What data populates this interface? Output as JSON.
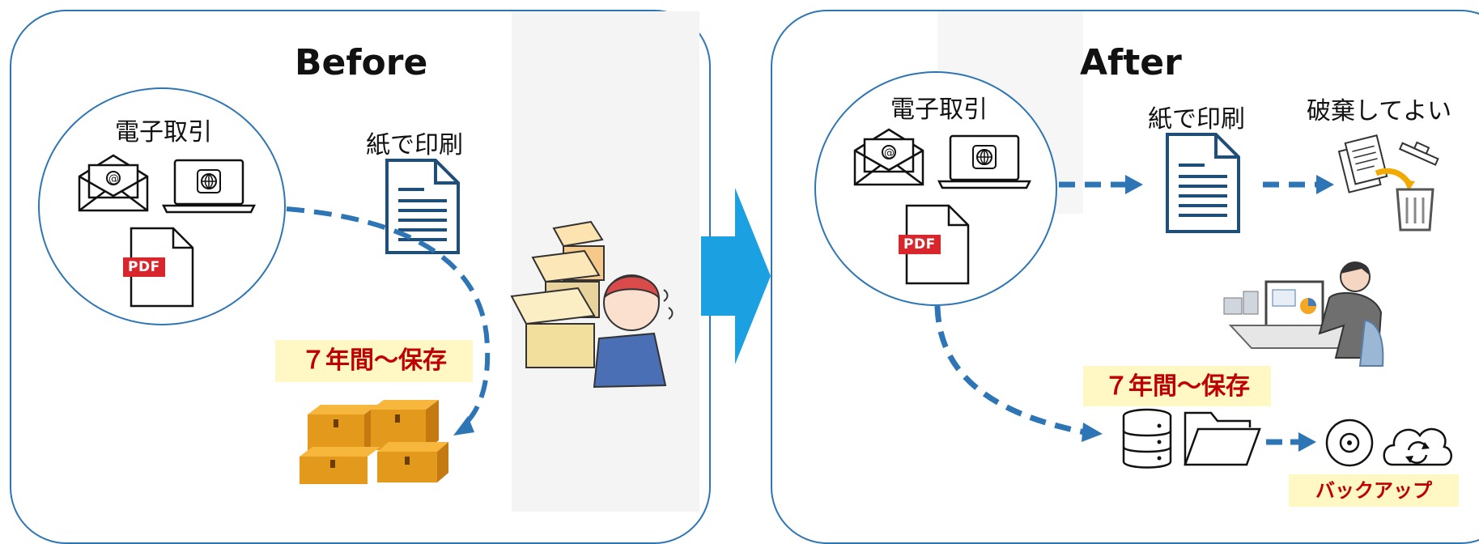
{
  "before": {
    "title": "Before",
    "circle_label": "電子取引",
    "paper_label": "紙で印刷",
    "storage_label": "７年間～保存",
    "pdf_badge": "PDF"
  },
  "after": {
    "title": "After",
    "circle_label": "電子取引",
    "paper_label": "紙で印刷",
    "discard_label": "破棄してよい",
    "storage_label": "７年間～保存",
    "backup_label": "バックアップ",
    "pdf_badge": "PDF"
  },
  "colors": {
    "panel_border": "#2e75b6",
    "arrow_dashed": "#2e75b6",
    "big_arrow": "#1ba1e2",
    "highlight_bg": "#fff7c4",
    "highlight_text": "#c00000",
    "pdf_red": "#d9262c"
  },
  "icons": [
    "email-icon",
    "laptop-globe-icon",
    "pdf-file-icon",
    "document-icon",
    "cardboard-boxes-icon",
    "person-carrying-boxes-icon",
    "discard-paper-trash-icon",
    "person-at-computer-icon",
    "database-icon",
    "folder-icon",
    "disc-icon",
    "cloud-sync-icon",
    "big-right-arrow-icon"
  ]
}
